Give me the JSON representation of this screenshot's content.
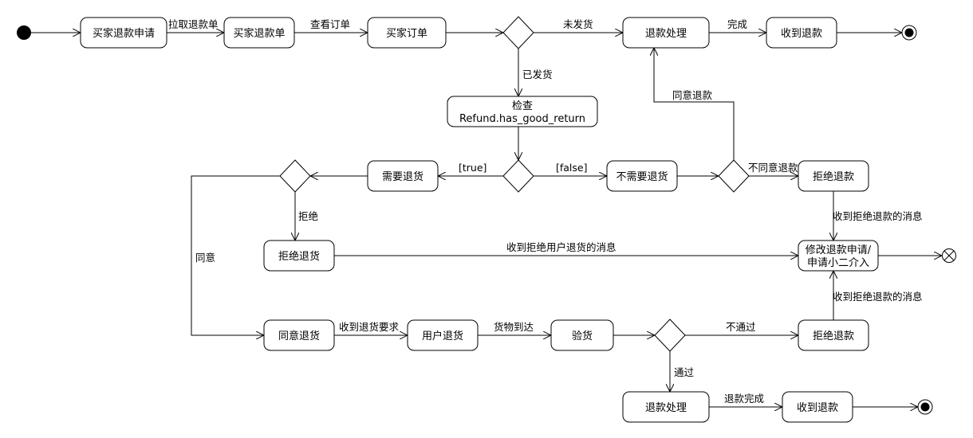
{
  "nodes": {
    "buyer_refund_apply": "买家退款申请",
    "buyer_refund_form": "买家退款单",
    "buyer_order": "买家订单",
    "refund_process_top": "退款处理",
    "receive_refund_top": "收到退款",
    "check_line1": "检查",
    "check_line2": "Refund.has_good_return",
    "need_return": "需要退货",
    "no_need_return": "不需要退货",
    "reject_refund_mid": "拒绝退款",
    "reject_return": "拒绝退货",
    "modify_line1": "修改退款申请/",
    "modify_line2": "申请小二介入",
    "agree_return": "同意退货",
    "user_return": "用户退货",
    "inspect": "验货",
    "reject_refund_bottom": "拒绝退款",
    "refund_process_bottom": "退款处理",
    "receive_refund_bottom": "收到退款"
  },
  "edges": {
    "pull_refund_form": "拉取退款单",
    "view_order": "查看订单",
    "not_shipped": "未发货",
    "done": "完成",
    "shipped": "已发货",
    "agree_refund": "同意退款",
    "true": "[true]",
    "false": "[false]",
    "disagree_refund": "不同意退款",
    "reject": "拒绝",
    "agree": "同意",
    "msg_reject_refund_1": "收到拒绝退款的消息",
    "msg_reject_user_return": "收到拒绝用户退货的消息",
    "msg_reject_refund_2": "收到拒绝退款的消息",
    "receive_return_request": "收到退货要求",
    "goods_arrived": "货物到达",
    "fail": "不通过",
    "pass": "通过",
    "refund_complete": "退款完成"
  }
}
